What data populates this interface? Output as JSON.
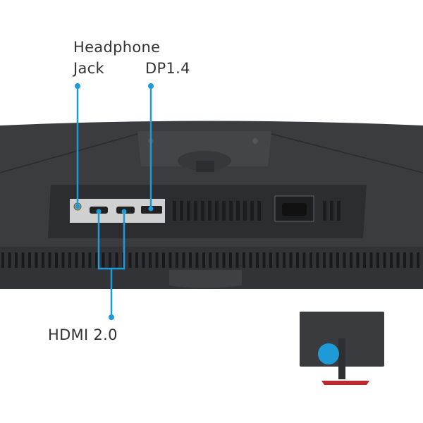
{
  "callouts": {
    "headphone_line1": "Headphone",
    "headphone_line2": "Jack",
    "dp": "DP1.4",
    "hdmi": "HDMI 2.0"
  },
  "colors": {
    "callout": "#1e9bd7",
    "body": "#3a3b3e",
    "accent_base": "#c0282d"
  }
}
